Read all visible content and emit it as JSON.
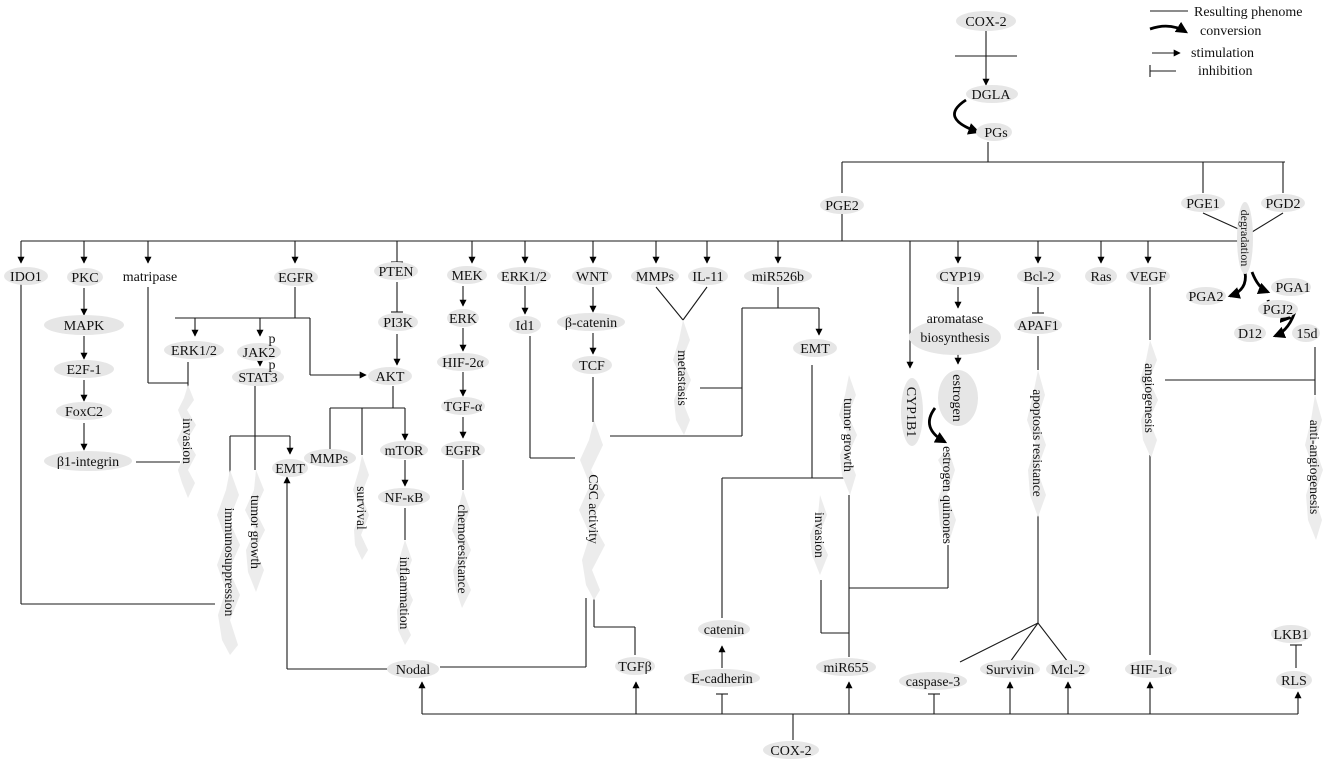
{
  "legend": {
    "resulting": "Resulting phenome",
    "conversion": "conversion",
    "stimulation": "stimulation",
    "inhibition": "inhibition"
  },
  "nodes": {
    "cox2_top": "COX-2",
    "dgla": "DGLA",
    "pgs": "PGs",
    "pge2": "PGE2",
    "pge1": "PGE1",
    "pgd2": "PGD2",
    "ido1": "IDO1",
    "pkc": "PKC",
    "matripase": "matripase",
    "egfr1": "EGFR",
    "pten": "PTEN",
    "mek": "MEK",
    "erk12b": "ERK1/2",
    "wnt": "WNT",
    "mmps1": "MMPs",
    "il11": "IL-11",
    "mir526b": "miR526b",
    "cyp19": "CYP19",
    "bcl2": "Bcl-2",
    "ras": "Ras",
    "vegf": "VEGF",
    "mapk": "MAPK",
    "e2f1": "E2F-1",
    "foxc2": "FoxC2",
    "b1integrin": "β1-integrin",
    "erk12a": "ERK1/2",
    "p1": "p",
    "jak2": "JAK2",
    "p2": "p",
    "stat3": "STAT3",
    "pi3k": "PI3K",
    "akt": "AKT",
    "mmps2": "MMPs",
    "emt1": "EMT",
    "mtor": "mTOR",
    "nfkb": "NF-κB",
    "erk": "ERK",
    "hif2a": "HIF-2α",
    "tgfa": "TGF-α",
    "egfr2": "EGFR",
    "id1": "Id1",
    "bcatenin": "β-catenin",
    "tcf": "TCF",
    "emt2": "EMT",
    "aromatase1": "aromatase",
    "aromatase2": "biosynthesis",
    "cyp1b1": "CYP1B1",
    "estrogen": "estrogen",
    "apaf1": "APAF1",
    "pga2": "PGA2",
    "pga1": "PGA1",
    "pgj2": "PGJ2",
    "d12": "D12",
    "d15": "15d",
    "degradation": "degradation",
    "catenin": "catenin",
    "ecadherin": "E-cadherin",
    "nodal": "Nodal",
    "tgfb": "TGFβ",
    "mir655": "miR655",
    "caspase3": "caspase-3",
    "survivin": "Survivin",
    "mcl2": "Mcl-2",
    "hif1a": "HIF-1α",
    "lkb1": "LKB1",
    "rls": "RLS",
    "cox2_bottom": "COX-2"
  },
  "outcomes": {
    "invasion1": "invasion",
    "immunosuppression": "immunosuppression",
    "tumor_growth1": "tumor growth",
    "survival": "survival",
    "inflammation": "inflammation",
    "chemoresistance": "chemoresistance",
    "csc_activity": "CSC activity",
    "metastasis": "metastasis",
    "tumor_growth2": "tumor growth",
    "invasion2": "invasion",
    "estrogen_quinones": "estrogen quinones",
    "apoptosis_resistance": "apoptosis resistance",
    "angiogenesis": "angiogenesis",
    "anti_angiogenesis": "anti-angiogenesis"
  },
  "colors": {
    "line": "#1a1a1a",
    "node_background": "#e6e6e6",
    "outcome_glow": "#ececec"
  }
}
